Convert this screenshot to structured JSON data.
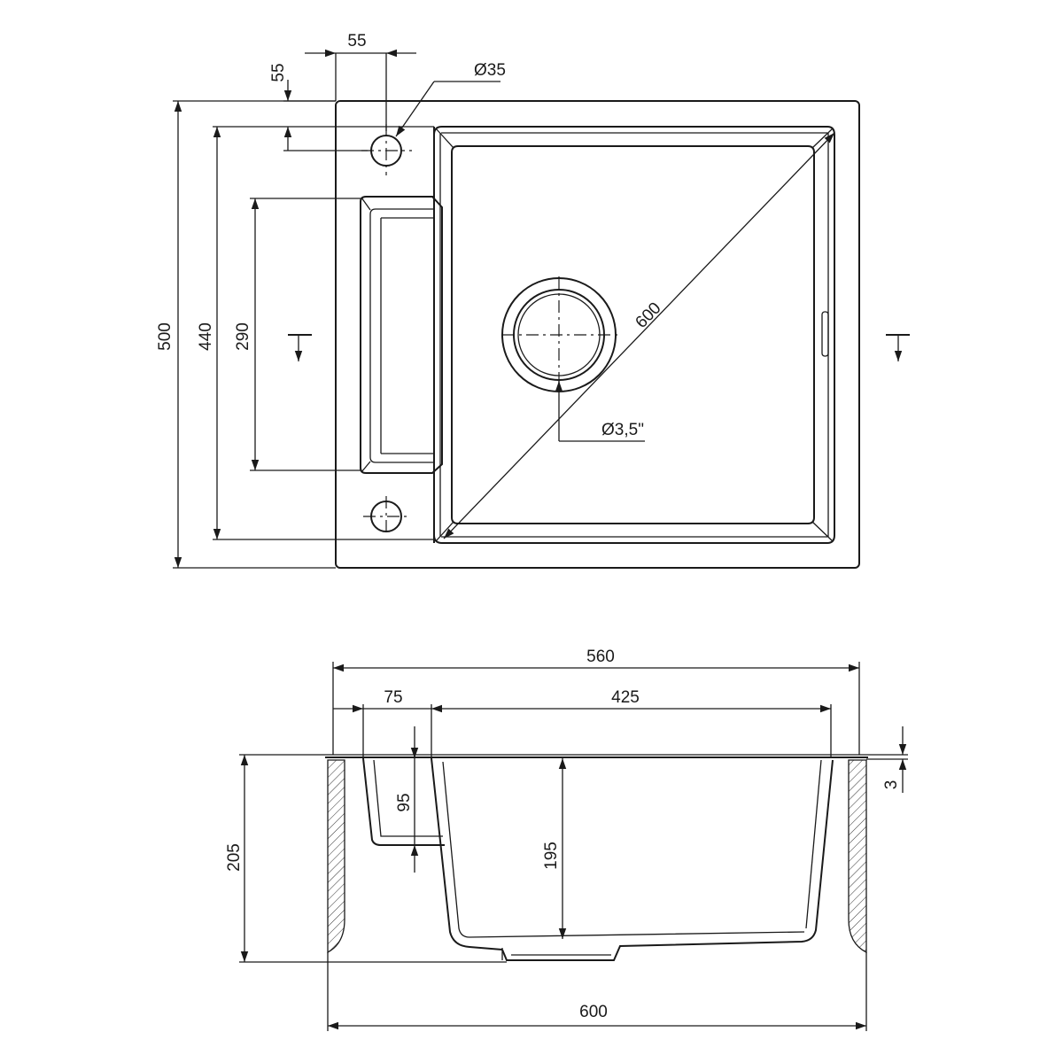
{
  "plan_view": {
    "dim_55_horizontal": "55",
    "dim_55_vertical": "55",
    "dim_tap_hole": "Ø35",
    "dim_total_depth": "500",
    "dim_bowl_depth": "440",
    "dim_drainer_depth": "290",
    "dim_diagonal": "600",
    "dim_drain": "Ø3,5\""
  },
  "section_view": {
    "dim_overall_top": "560",
    "dim_left_ledge": "75",
    "dim_bowl_width": "425",
    "dim_ledge_depth": "95",
    "dim_bowl_inner_depth": "195",
    "dim_total_height": "205",
    "dim_rim": "3",
    "dim_cabinet_width": "600"
  }
}
